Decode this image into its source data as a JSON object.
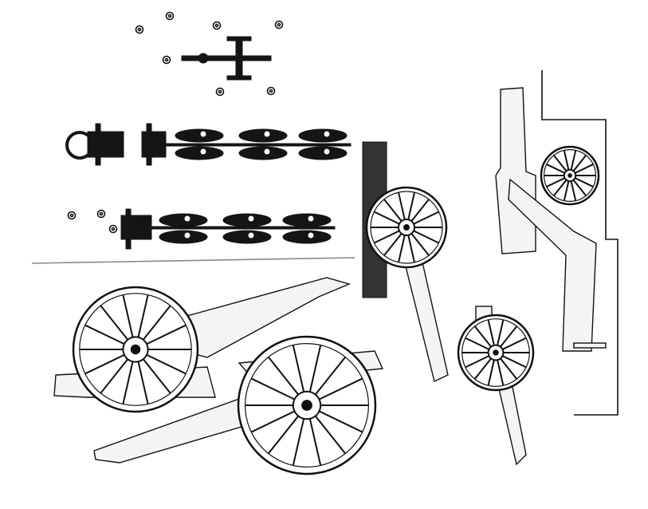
{
  "illustration": {
    "colors": {
      "ink": "#151515",
      "paper": "#ffffff",
      "wood": "#f4f4f4"
    },
    "figures": [
      "gun-crew-top-view",
      "gun-team-top-view-six-horses",
      "gun-team-top-view-limber",
      "field-gun-side-view-left",
      "field-gun-side-view-front",
      "gun-on-end-rear-view",
      "siege-gun-upright-side-view",
      "small-mountain-gun-front-view"
    ]
  }
}
